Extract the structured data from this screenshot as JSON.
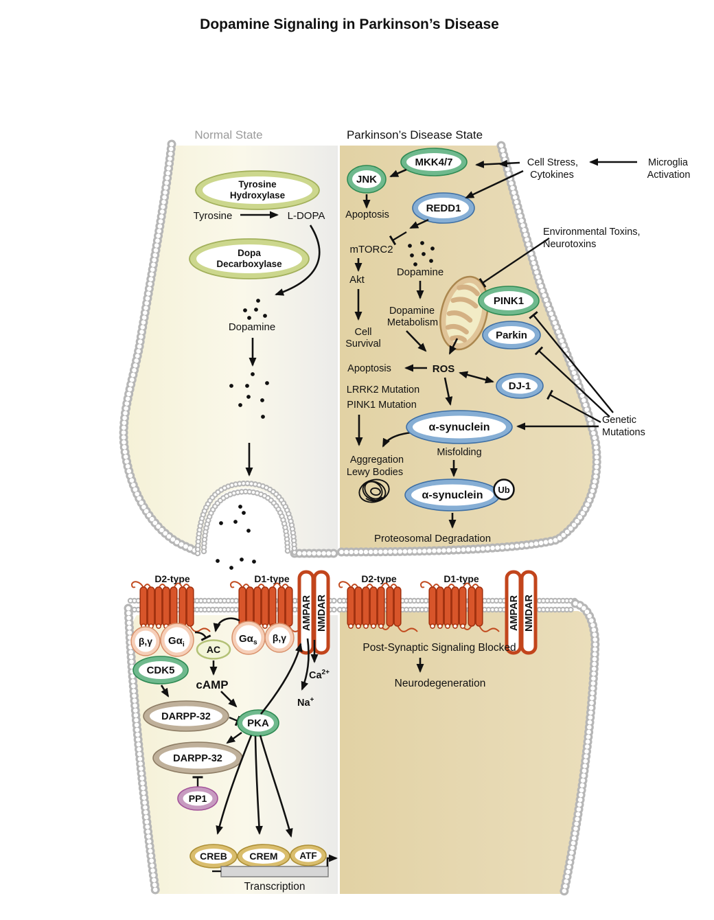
{
  "title": "Dopamine Signaling in Parkinson’s Disease",
  "headers": {
    "normal": "Normal State",
    "pd": "Parkinson’s Disease State"
  },
  "colors": {
    "normal_cell": "#f8f5e3",
    "pd_cell": "#e6d8b2",
    "green": "#2e8a53",
    "blue": "#3d6ea3",
    "yellow_green": "#a2b05b",
    "tan_ring": "#8d7c64",
    "purple": "#a3539a",
    "gold": "#ad8f35",
    "receptor_orange": "#d8552a",
    "membrane_gray": "#b6b6b6"
  },
  "normal_presynaptic": {
    "tyrosine_hydroxylase_line1": "Tyrosine",
    "tyrosine_hydroxylase_line2": "Hydroxylase",
    "tyrosine": "Tyrosine",
    "l_dopa": "L-DOPA",
    "dopa_decarboxylase_line1": "Dopa",
    "dopa_decarboxylase_line2": "Decarboxylase",
    "dopamine": "Dopamine"
  },
  "pd_presynaptic": {
    "mkk47": "MKK4/7",
    "jnk": "JNK",
    "apoptosis_jnk": "Apoptosis",
    "redd1": "REDD1",
    "mtorc2": "mTORC2",
    "akt": "Akt",
    "cell_survival_line1": "Cell",
    "cell_survival_line2": "Survival",
    "dopamine": "Dopamine",
    "dopamine_metabolism_line1": "Dopamine",
    "dopamine_metabolism_line2": "Metabolism",
    "ros": "ROS",
    "apoptosis_ros": "Apoptosis",
    "lrrk2_line1": "LRRK2 Mutation",
    "lrrk2_line2": "PINK1 Mutation",
    "aggregation_line1": "Aggregation",
    "aggregation_line2": "Lewy Bodies",
    "alpha_synuclein": "α-synuclein",
    "misfolding": "Misfolding",
    "alpha_synuclein_ub": "α-synuclein",
    "ub": "Ub",
    "proteosomal": "Proteosomal Degradation",
    "pink1": "PINK1",
    "parkin": "Parkin",
    "dj1": "DJ-1",
    "cell_stress_line1": "Cell Stress,",
    "cell_stress_line2": "Cytokines",
    "microglia_line1": "Microglia",
    "microglia_line2": "Activation",
    "env_toxins_line1": "Environmental Toxins,",
    "env_toxins_line2": "Neurotoxins",
    "genetic_line1": "Genetic",
    "genetic_line2": "Mutations"
  },
  "normal_postsynaptic": {
    "d2": "D2-type",
    "d1": "D1-type",
    "ampar": "AMPAR",
    "nmdar": "NMDAR",
    "beta_gamma_1": "β,γ",
    "g_alpha_i_base": "Gα",
    "g_alpha_i_sub": "i",
    "g_alpha_s_base": "Gα",
    "g_alpha_s_sub": "s",
    "beta_gamma_2": "β,γ",
    "ac": "AC",
    "cdk5": "CDK5",
    "camp": "cAMP",
    "darpp32_a": "DARPP-32",
    "pka": "PKA",
    "darpp32_b": "DARPP-32",
    "pp1": "PP1",
    "creb": "CREB",
    "crem": "CREM",
    "atf": "ATF",
    "transcription": "Transcription",
    "ca_base": "Ca",
    "ca_sup": "2+",
    "na_base": "Na",
    "na_sup": "+"
  },
  "pd_postsynaptic": {
    "d2": "D2-type",
    "d1": "D1-type",
    "ampar": "AMPAR",
    "nmdar": "NMDAR",
    "blocked": "Post-Synaptic Signaling Blocked",
    "neurodegeneration": "Neurodegeneration"
  }
}
